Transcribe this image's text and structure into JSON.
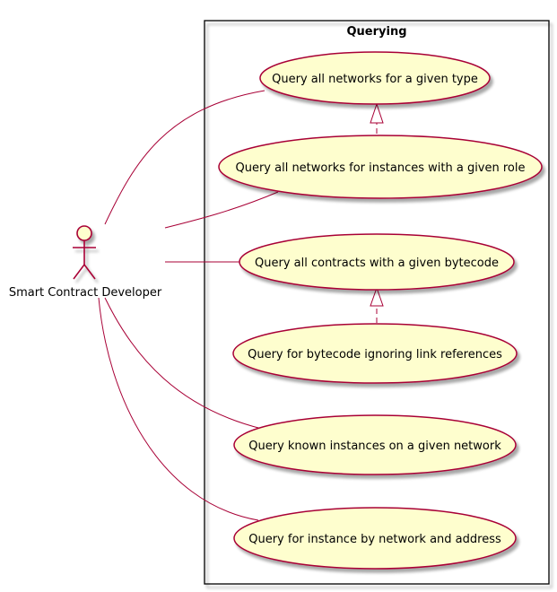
{
  "diagram": {
    "boundary_title": "Querying",
    "actor": {
      "label": "Smart Contract Developer"
    },
    "use_cases": [
      {
        "label": "Query all networks for a given type"
      },
      {
        "label": "Query all networks for instances with a given role"
      },
      {
        "label": "Query all contracts with a given bytecode"
      },
      {
        "label": "Query for bytecode ignoring link references"
      },
      {
        "label": "Query known instances on a given network"
      },
      {
        "label": "Query for instance by network and address"
      }
    ],
    "colors": {
      "use_case_fill": "#FEFECE",
      "line": "#A80036",
      "border": "#000000",
      "shadow": "#cfcfcf"
    }
  }
}
